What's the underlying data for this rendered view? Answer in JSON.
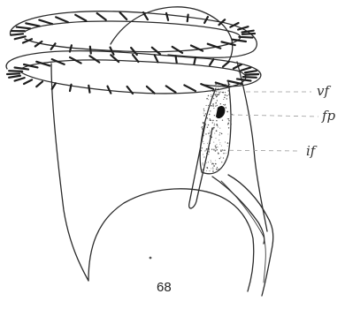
{
  "figure": {
    "number": "68",
    "labels": {
      "vf": "vf",
      "fp": "fp",
      "if": "if"
    }
  },
  "colors": {
    "ink": "#2b2b2b",
    "leader": "#9a9a9a",
    "stipple": "#555555",
    "background": "#ffffff"
  }
}
